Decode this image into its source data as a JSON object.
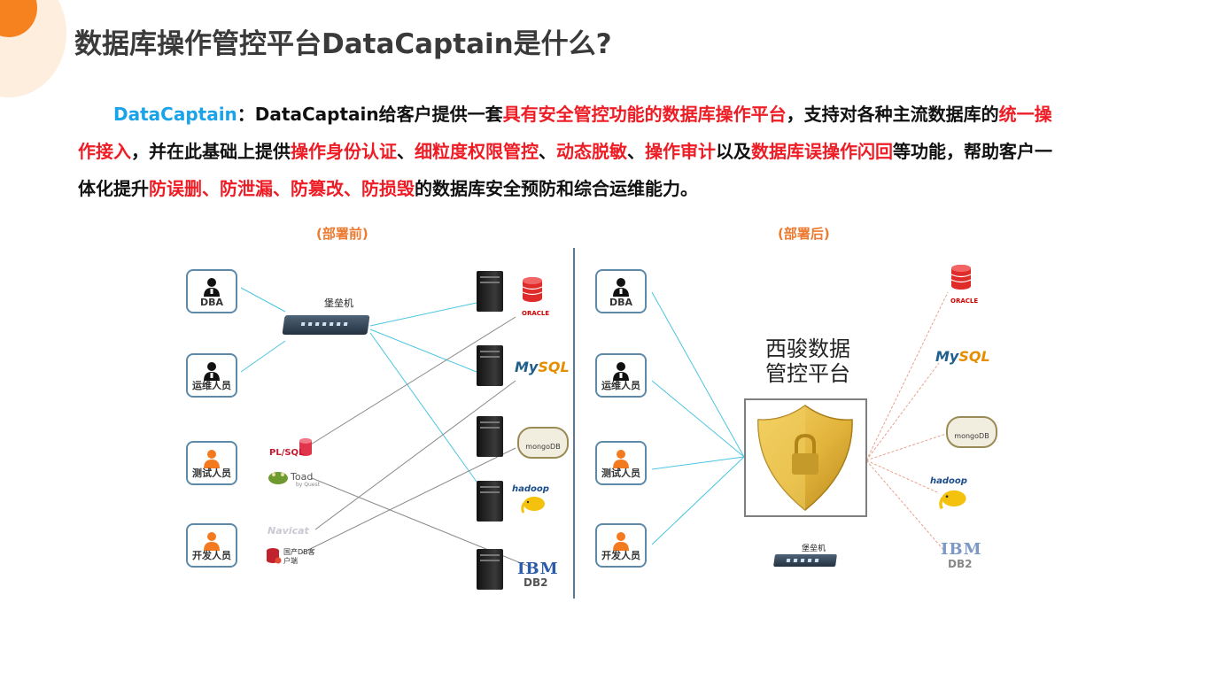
{
  "title": "数据库操作管控平台DataCaptain是什么?",
  "intro": {
    "brand": "DataCaptain",
    "colon": "：",
    "p1": "DataCaptain给客户提供一套",
    "r1": "具有安全管控功能的数据库操作平台",
    "p2": "，支持对各种主流数据库的",
    "r2": "统一操作接入",
    "p3": "，并在此基础上提供",
    "r3": "操作身份认证",
    "sep1": "、",
    "r4": "细粒度权限管控",
    "sep2": "、",
    "r5": "动态脱敏",
    "sep3": "、",
    "r6": "操作审计",
    "p4": "以及",
    "r7": "数据库误操作闪回",
    "p5": "等功能，帮助客户一体化提升",
    "r8": "防误删、防泄漏、防篡改、防损毁",
    "p6": "的数据库安全预防和综合运维能力。"
  },
  "before": {
    "label": "(部署前)",
    "bastion": "堡垒机",
    "users": [
      "DBA",
      "运维人员",
      "测试人员",
      "开发人员"
    ],
    "tools": {
      "plsql": "PL/SQL",
      "toad": "Toad",
      "toad_sub": "by Quest",
      "navicat": "Navicat",
      "domestic": "国产DB客户端"
    }
  },
  "after": {
    "label": "(部署后)",
    "users": [
      "DBA",
      "运维人员",
      "测试人员",
      "开发人员"
    ],
    "platform": "西骏数据管控平台",
    "bastion": "堡垒机"
  },
  "databases": {
    "oracle": "ORACLE",
    "mysql_a": "My",
    "mysql_b": "SQL",
    "mongo": "mongoDB",
    "hadoop": "hadoop",
    "ibm": "IBM",
    "db2": "DB2"
  },
  "colors": {
    "accent_orange": "#f5821f",
    "brand_blue": "#1aa3e8",
    "highlight_red": "#ee1c25",
    "cyan_line": "#29c1dd",
    "shield_gold": "#e2b33a"
  }
}
